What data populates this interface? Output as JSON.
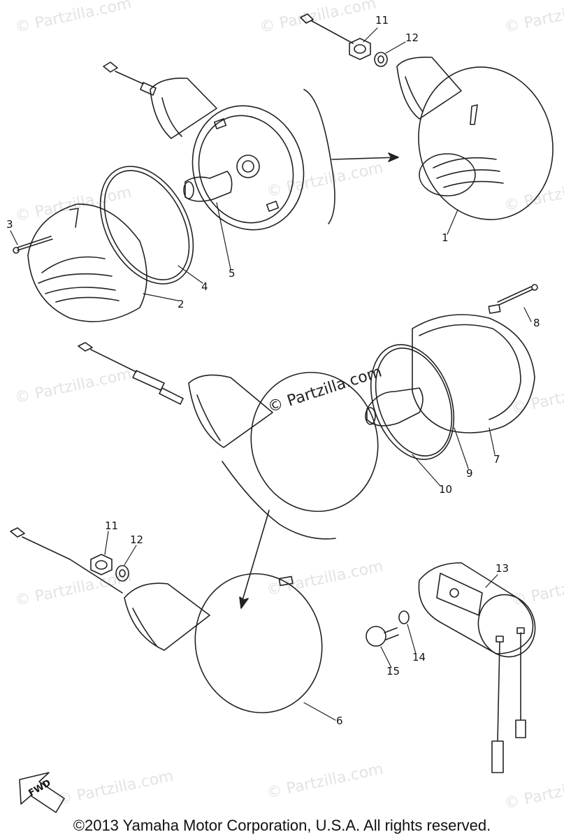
{
  "watermark_text": "© Partzilla.com",
  "center_watermark": "© Partzilla.com",
  "callouts": {
    "c1": "1",
    "c2": "2",
    "c3": "3",
    "c4": "4",
    "c5": "5",
    "c6": "6",
    "c7": "7",
    "c8": "8",
    "c9": "9",
    "c10": "10",
    "c11a": "11",
    "c12a": "12",
    "c11b": "11",
    "c12b": "12",
    "c13": "13",
    "c14": "14",
    "c15": "15"
  },
  "fwd_label": "FWD",
  "copyright": "©2013  Yamaha Motor Corporation, U.S.A. All rights reserved."
}
